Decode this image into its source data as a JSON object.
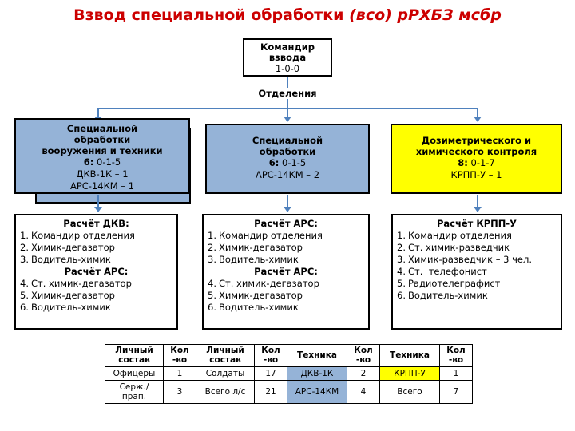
{
  "title": {
    "main": "Взвод специальной обработки ",
    "italic": "(всо) рРХБЗ мсбр"
  },
  "commander": {
    "line1": "Командир",
    "line2": "взвода",
    "strength": "1-0-0"
  },
  "sections_label": "Отделения",
  "departments": [
    {
      "name": "dept-special-processing-weapons",
      "title_lines": [
        "Специальной",
        "обработки",
        "вооружения и техники"
      ],
      "strength_label": "6:",
      "strength_value": "0-1-5",
      "equipment": [
        "ДКВ-1К – 1",
        "АРС-14КМ – 1"
      ],
      "color": "#95b3d7",
      "stacked": true
    },
    {
      "name": "dept-special-processing",
      "title_lines": [
        "Специальной",
        "обработки"
      ],
      "strength_label": "6:",
      "strength_value": "0-1-5",
      "equipment": [
        "АРС-14КМ – 2"
      ],
      "color": "#95b3d7",
      "stacked": false
    },
    {
      "name": "dept-dosimetric-chemical-control",
      "title_lines": [
        "Дозиметрического и",
        "химического контроля"
      ],
      "strength_label": "8:",
      "strength_value": "0-1-7",
      "equipment": [
        "КРПП-У – 1"
      ],
      "color": "#ffff00",
      "stacked": false
    }
  ],
  "crews": [
    {
      "name": "crew-dkv",
      "head1": "Расчёт ДКВ:",
      "items1": [
        {
          "num": "1.",
          "text": "Командир отделения"
        },
        {
          "num": "2.",
          "text": "Химик-дегазатор"
        },
        {
          "num": "3.",
          "text": "Водитель-химик"
        }
      ],
      "head2": "Расчёт АРС:",
      "items2": [
        {
          "num": "4.",
          "text": "Ст. химик-дегазатор"
        },
        {
          "num": "5.",
          "text": "Химик-дегазатор"
        },
        {
          "num": "6.",
          "text": "Водитель-химик"
        }
      ]
    },
    {
      "name": "crew-ars",
      "head1": "Расчёт АРС:",
      "items1": [
        {
          "num": "1.",
          "text": "Командир отделения"
        },
        {
          "num": "2.",
          "text": "Химик-дегазатор"
        },
        {
          "num": "3.",
          "text": "Водитель-химик"
        }
      ],
      "head2": "Расчёт АРС:",
      "items2": [
        {
          "num": "4.",
          "text": "Ст. химик-дегазатор"
        },
        {
          "num": "5.",
          "text": "Химик-дегазатор"
        },
        {
          "num": "6.",
          "text": "Водитель-химик"
        }
      ]
    },
    {
      "name": "crew-krpp-u",
      "head1": "Расчёт КРПП-У",
      "items1": [
        {
          "num": "1.",
          "text": "Командир отделения"
        },
        {
          "num": "2.",
          "text": "Ст. химик-разведчик"
        },
        {
          "num": "3.",
          "text": "Химик-разведчик – 3 чел."
        },
        {
          "num": "4.",
          "text": "Ст.  телефонист"
        },
        {
          "num": "5.",
          "text": "Радиотелеграфист"
        },
        {
          "num": "6.",
          "text": "Водитель-химик"
        }
      ],
      "head2": "",
      "items2": []
    }
  ],
  "table": {
    "headers": [
      "Личный состав",
      "Кол -во",
      "Личный состав",
      "Кол -во",
      "Техника",
      "Кол -во",
      "Техника",
      "Кол -во"
    ],
    "rows": [
      [
        {
          "text": "Офицеры",
          "fill": "none"
        },
        {
          "text": "1",
          "fill": "none"
        },
        {
          "text": "Солдаты",
          "fill": "none"
        },
        {
          "text": "17",
          "fill": "none"
        },
        {
          "text": "ДКВ-1К",
          "fill": "blue"
        },
        {
          "text": "2",
          "fill": "none"
        },
        {
          "text": "КРПП-У",
          "fill": "yellow"
        },
        {
          "text": "1",
          "fill": "none"
        }
      ],
      [
        {
          "text": "Серж./прап.",
          "fill": "none"
        },
        {
          "text": "3",
          "fill": "none"
        },
        {
          "text": "Всего л/с",
          "fill": "none"
        },
        {
          "text": "21",
          "fill": "none"
        },
        {
          "text": "АРС-14КМ",
          "fill": "blue"
        },
        {
          "text": "4",
          "fill": "none"
        },
        {
          "text": "Всего",
          "fill": "none"
        },
        {
          "text": "7",
          "fill": "none"
        }
      ]
    ]
  },
  "colors": {
    "title_red": "#cc0000",
    "box_blue": "#95b3d7",
    "box_yellow": "#ffff00",
    "connector": "#4f81bd",
    "border": "#000000"
  }
}
